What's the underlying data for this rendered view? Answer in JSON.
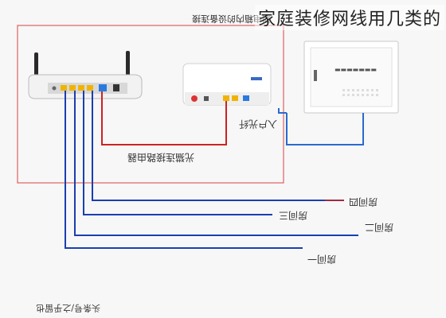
{
  "title": "家庭装修网线用几类的",
  "top_note": "弱电箱内的设备连接",
  "labels": {
    "fiber_in": "入户光纤",
    "router_note": "光猫连接路由器",
    "room4": "房间四",
    "room3": "房间三",
    "room2": "房间二",
    "room1": "房间一",
    "watermark": "头条号/之乎留也"
  },
  "devices": {
    "router": "router",
    "optical_modem": "optical-modem",
    "weak_current_box": "weak-current-box"
  },
  "colors": {
    "box_border": "#e06060",
    "blue_line": "#1a3fb0",
    "red_line": "#cc2222",
    "blue_fiber": "#2a6ad0",
    "device_white": "#ffffff",
    "port_yellow": "#f0b400",
    "port_blue": "#2a7ae0"
  }
}
